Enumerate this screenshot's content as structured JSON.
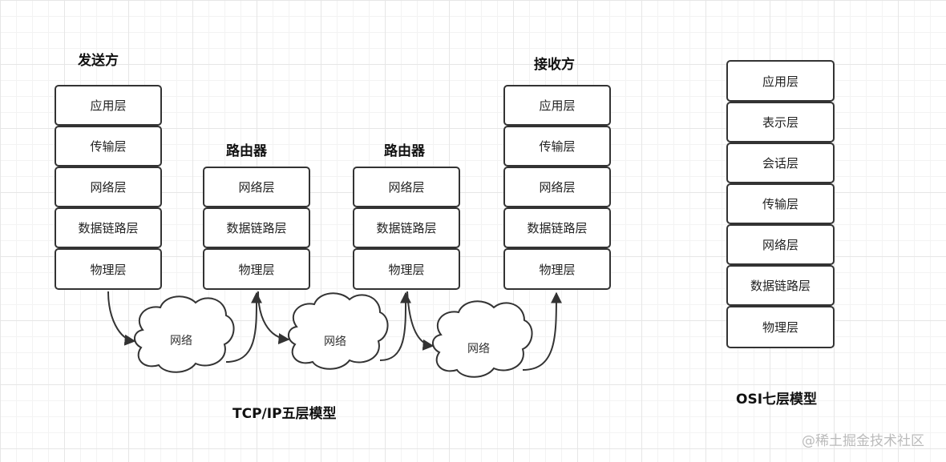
{
  "sender": {
    "title": "发送方",
    "layers": [
      "应用层",
      "传输层",
      "网络层",
      "数据链路层",
      "物理层"
    ]
  },
  "router1": {
    "title": "路由器",
    "layers": [
      "网络层",
      "数据链路层",
      "物理层"
    ]
  },
  "router2": {
    "title": "路由器",
    "layers": [
      "网络层",
      "数据链路层",
      "物理层"
    ]
  },
  "receiver": {
    "title": "接收方",
    "layers": [
      "应用层",
      "传输层",
      "网络层",
      "数据链路层",
      "物理层"
    ]
  },
  "osi": {
    "layers": [
      "应用层",
      "表示层",
      "会话层",
      "传输层",
      "网络层",
      "数据链路层",
      "物理层"
    ],
    "caption": "OSI七层模型"
  },
  "tcpip_caption": "TCP/IP五层模型",
  "clouds": [
    "网络",
    "网络",
    "网络"
  ],
  "watermark": "@稀土掘金技术社区"
}
